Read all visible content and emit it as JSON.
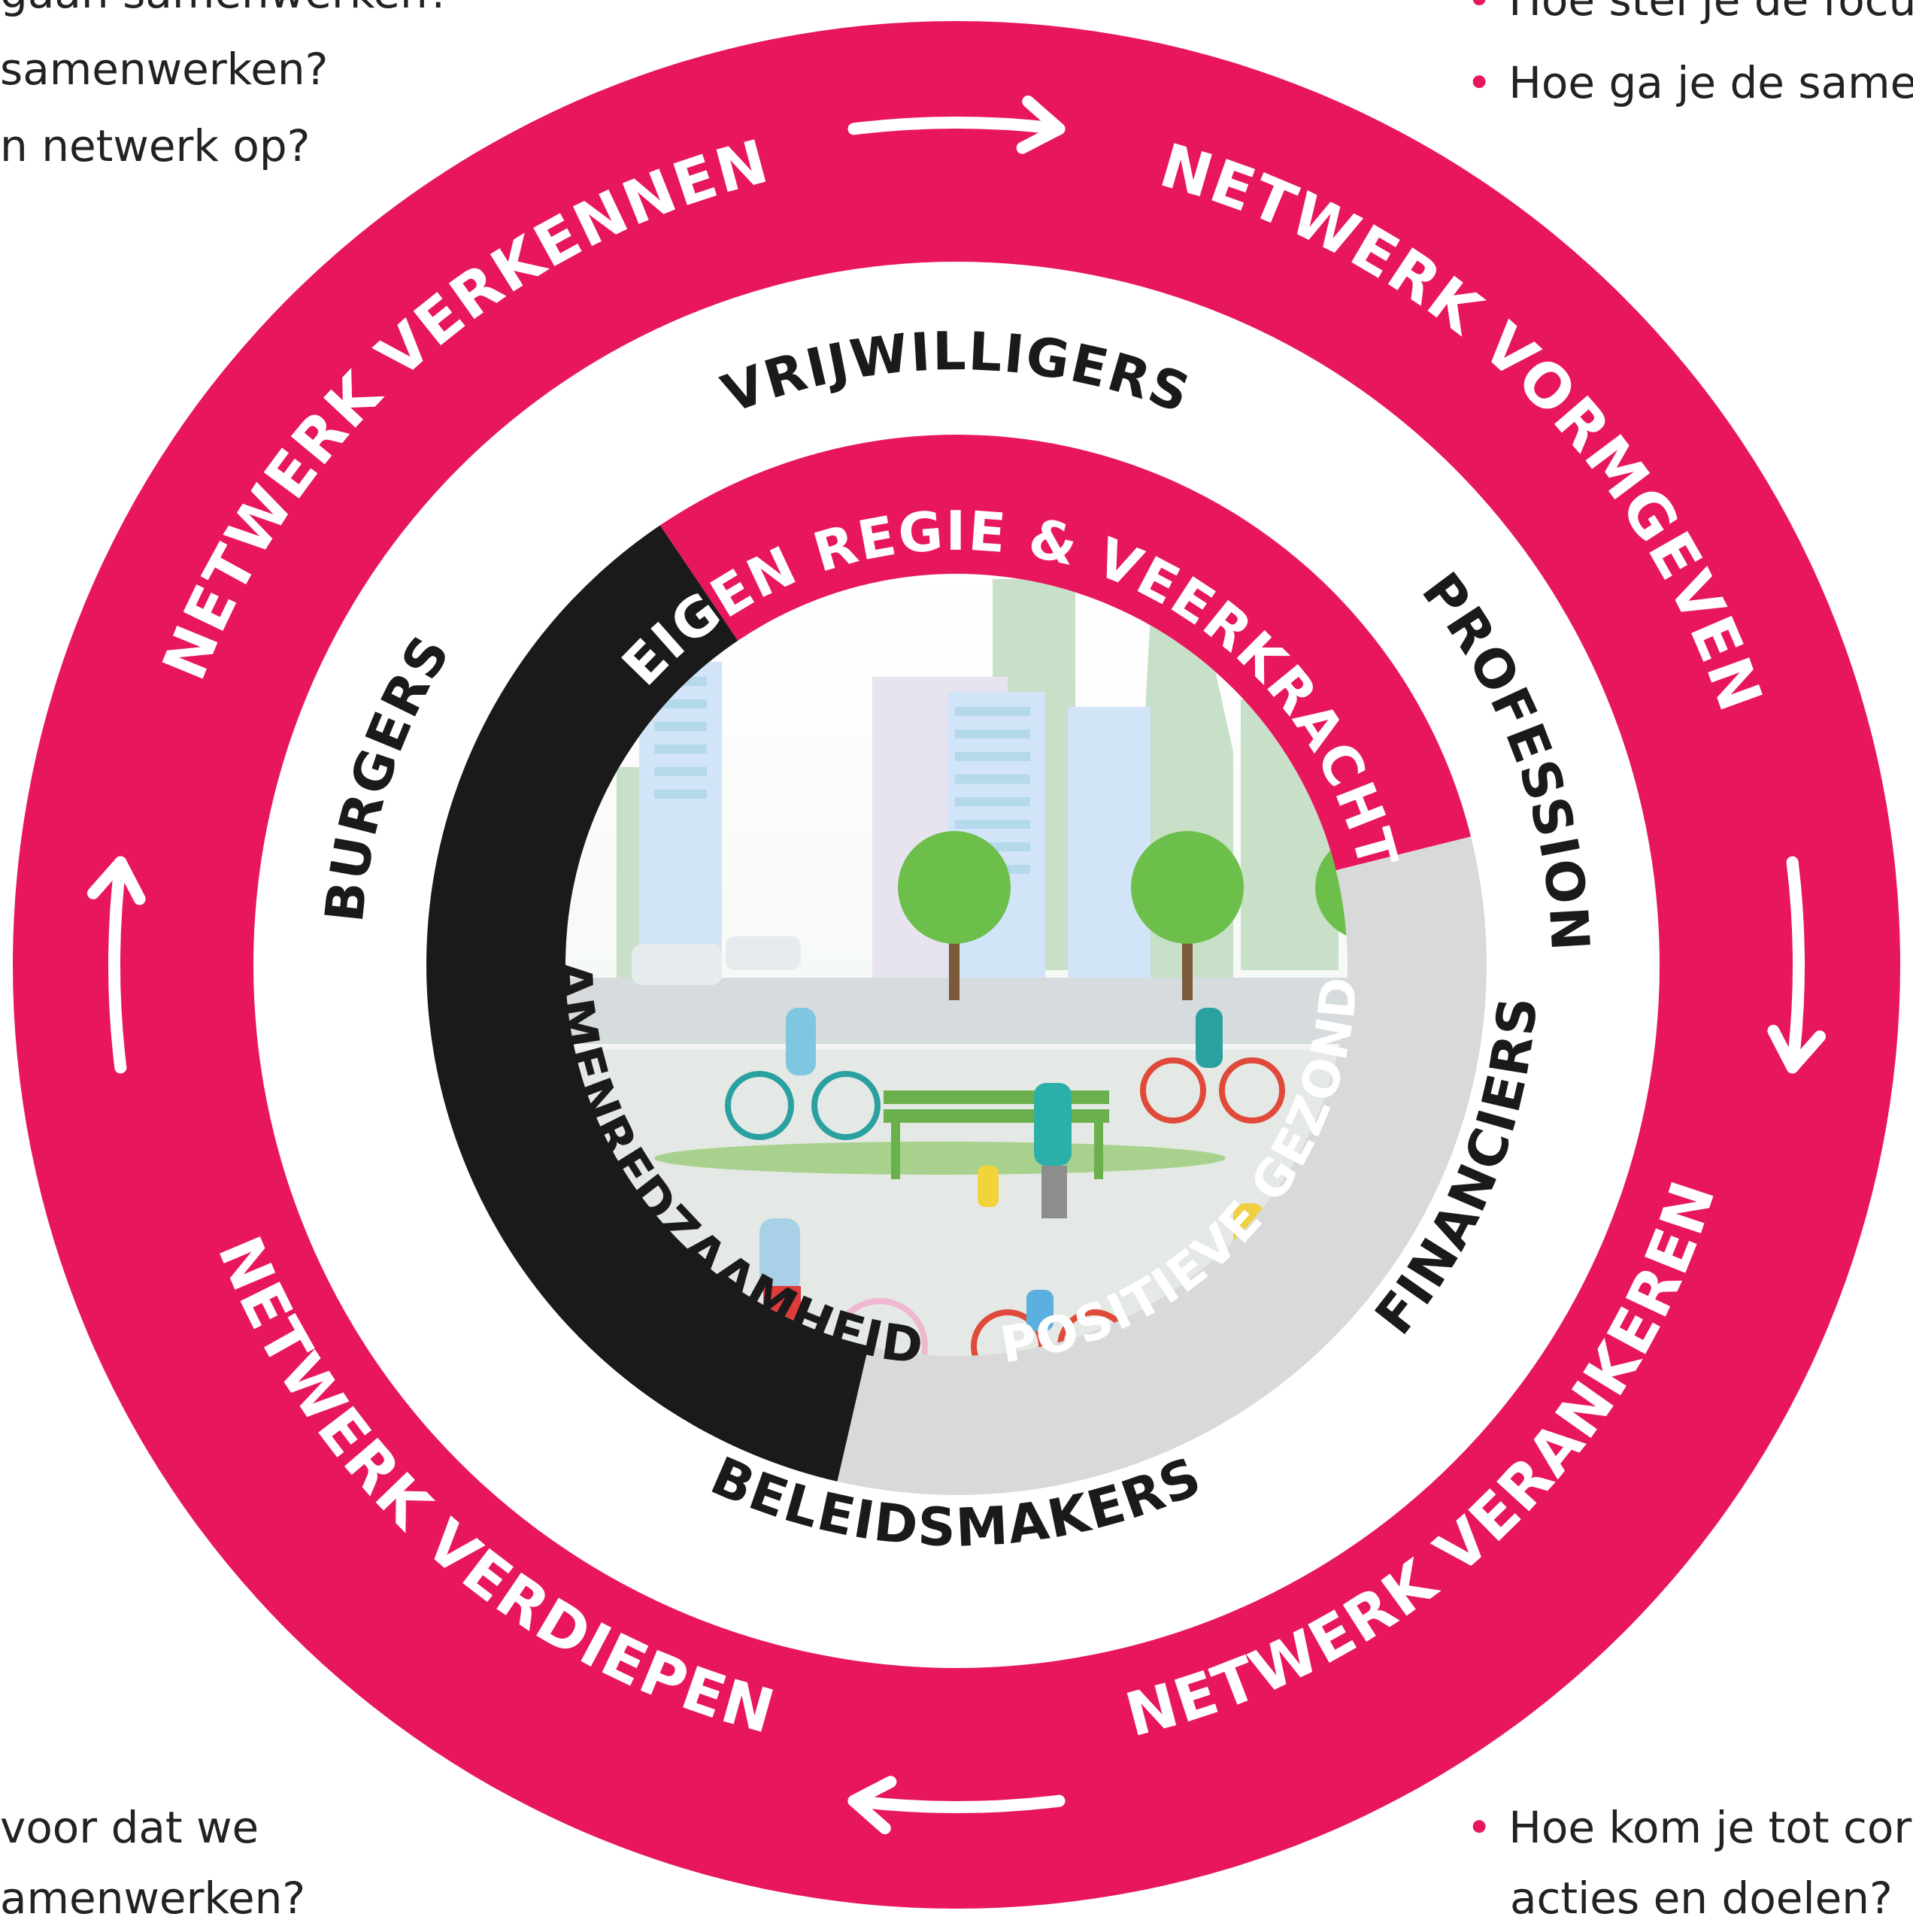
{
  "colors": {
    "outer_ring": "#e8175d",
    "middle_band": "#ffffff",
    "segment_regie": "#e8175d",
    "segment_gezondheid": "#1a1a1a",
    "segment_samenredzaamheid": "#d9d9da",
    "text_dark": "#1a1a1a",
    "text_light": "#ffffff"
  },
  "outer_ring": {
    "phases": [
      "NETWERK VERKENNEN",
      "NETWERK VORMGEVEN",
      "NETWERK VERDIEPEN",
      "NETWERK VERANKEREN"
    ],
    "arrows": [
      "arrow-top",
      "arrow-right",
      "arrow-bottom",
      "arrow-left"
    ]
  },
  "middle_ring": {
    "actors": [
      "VRIJWILLIGERS",
      "PROFESSIONALS",
      "BELEIDSMAKERS",
      "FINANCIERS",
      "BURGERS"
    ]
  },
  "inner_ring": {
    "values": [
      "EIGEN REGIE & VEERKRACHT",
      "POSITIEVE GEZONDHEID",
      "SAMENREDZAAMHEID"
    ]
  },
  "corner_text": {
    "top_left": [
      "gaan samenwerken?",
      "samenwerken?",
      "n netwerk op?"
    ],
    "top_right": [
      "Hoe stel je de focu",
      "Hoe ga je de same"
    ],
    "bottom_left": [
      "voor dat we",
      "amenwerken?"
    ],
    "bottom_right": [
      "Hoe kom je tot cor",
      "acties en doelen?"
    ]
  },
  "illustration": {
    "subject": "city-park-scene"
  }
}
